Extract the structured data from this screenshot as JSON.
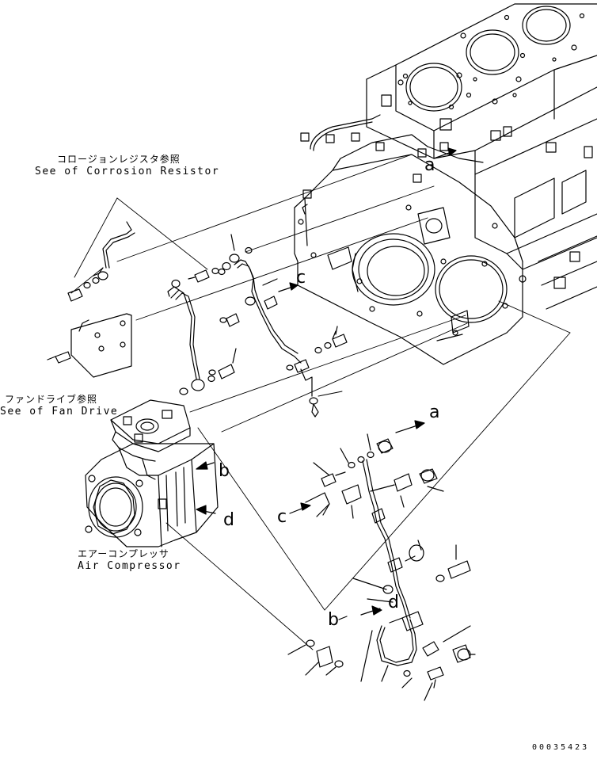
{
  "labels": {
    "corrosion_jp": "コロージョンレジスタ参照",
    "corrosion_en": "See of Corrosion Resistor",
    "fan_jp": "ファンドライブ参照",
    "fan_en": "See of Fan Drive",
    "compressor_jp": "エアーコンプレッサ",
    "compressor_en": "Air Compressor",
    "doc_number": "00035423"
  },
  "callouts": {
    "a_top": "a",
    "a_right": "a",
    "b_right": "b",
    "b_bottom": "b",
    "c_upper": "c",
    "c_lower": "c",
    "d_right": "d",
    "d_bottom": "d"
  }
}
